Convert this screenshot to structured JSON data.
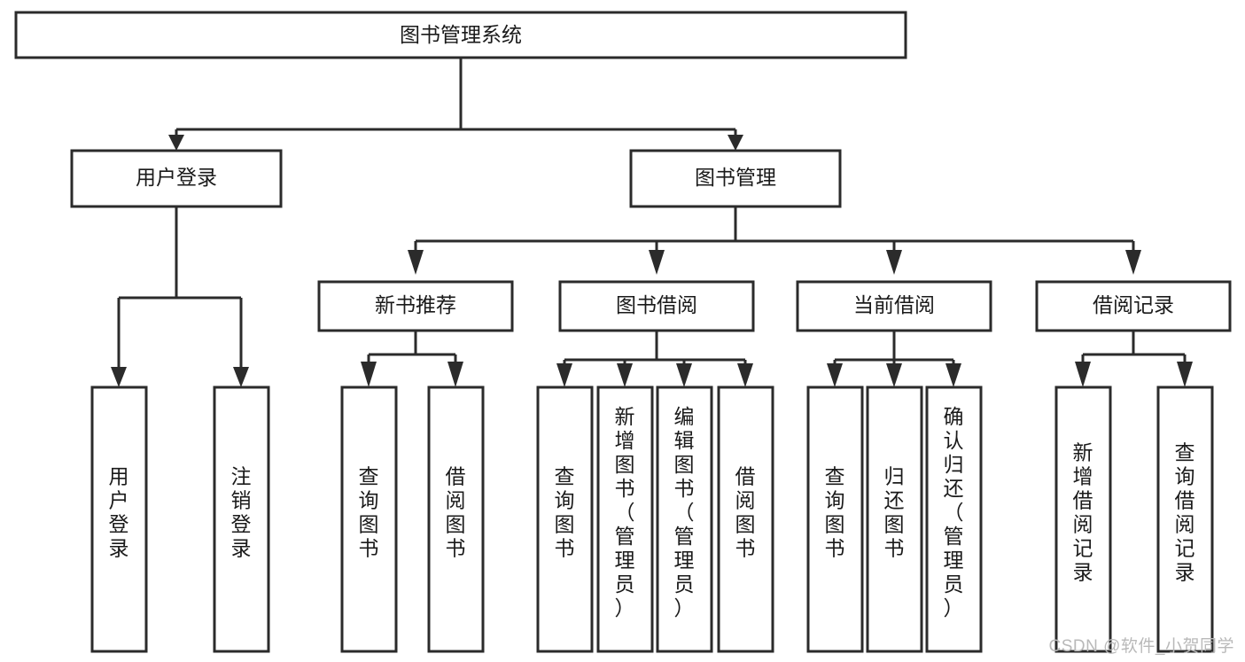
{
  "diagram": {
    "type": "tree-hierarchy",
    "orientation": "top-down",
    "root": {
      "id": "root",
      "label": "图书管理系统"
    },
    "level2": [
      {
        "id": "user-login",
        "label": "用户登录"
      },
      {
        "id": "book-management",
        "label": "图书管理"
      }
    ],
    "level3": [
      {
        "id": "new-book-recommend",
        "label": "新书推荐",
        "parent": "book-management"
      },
      {
        "id": "book-borrow",
        "label": "图书借阅",
        "parent": "book-management"
      },
      {
        "id": "current-borrow",
        "label": "当前借阅",
        "parent": "book-management"
      },
      {
        "id": "borrow-record",
        "label": "借阅记录",
        "parent": "book-management"
      }
    ],
    "leaves": [
      {
        "id": "leaf-user-login",
        "label": "用户登录",
        "parent": "user-login"
      },
      {
        "id": "leaf-logout-login",
        "label": "注销登录",
        "parent": "user-login"
      },
      {
        "id": "leaf-query-book-1",
        "label": "查询图书",
        "parent": "new-book-recommend"
      },
      {
        "id": "leaf-borrow-book-1",
        "label": "借阅图书",
        "parent": "new-book-recommend"
      },
      {
        "id": "leaf-query-book-2",
        "label": "查询图书",
        "parent": "book-borrow"
      },
      {
        "id": "leaf-add-book",
        "label": "新增图书（管理员）",
        "parent": "book-borrow"
      },
      {
        "id": "leaf-edit-book",
        "label": "编辑图书（管理员）",
        "parent": "book-borrow"
      },
      {
        "id": "leaf-borrow-book-2",
        "label": "借阅图书",
        "parent": "book-borrow"
      },
      {
        "id": "leaf-query-book-3",
        "label": "查询图书",
        "parent": "current-borrow"
      },
      {
        "id": "leaf-return-book",
        "label": "归还图书",
        "parent": "current-borrow"
      },
      {
        "id": "leaf-confirm-return",
        "label": "确认归还（管理员）",
        "parent": "current-borrow"
      },
      {
        "id": "leaf-add-record",
        "label": "新增借阅记录",
        "parent": "borrow-record"
      },
      {
        "id": "leaf-query-record",
        "label": "查询借阅记录",
        "parent": "borrow-record"
      }
    ],
    "colors": {
      "box_fill": "#ffffff",
      "box_stroke": "#2b2b2b",
      "text": "#1a1a1a",
      "connector": "#2b2b2b",
      "background": "#ffffff",
      "watermark": "#b9b9b9"
    }
  },
  "watermark": {
    "text": "CSDN @软件_小贺同学"
  }
}
